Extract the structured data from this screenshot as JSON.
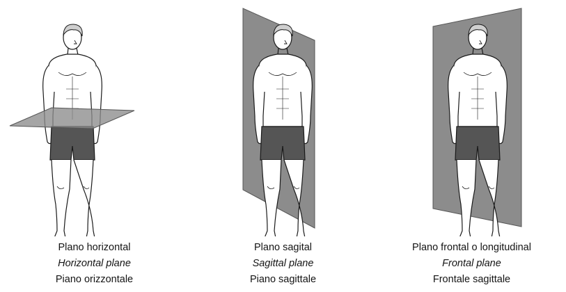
{
  "panels": [
    {
      "plane_type": "horizontal",
      "label_es": "Plano horizontal",
      "label_en": "Horizontal plane",
      "label_it": "Piano orizzontale"
    },
    {
      "plane_type": "sagittal",
      "label_es": "Plano sagital",
      "label_en": "Sagittal plane",
      "label_it": "Piano sagittale"
    },
    {
      "plane_type": "frontal",
      "label_es": "Plano frontal o longitudinal",
      "label_en": "Frontal plane",
      "label_it": "Frontale sagittale"
    }
  ],
  "colors": {
    "plane_fill": "#8c8c8c",
    "shorts": "#555555",
    "outline": "#1a1a1a",
    "skin": "#ffffff"
  }
}
